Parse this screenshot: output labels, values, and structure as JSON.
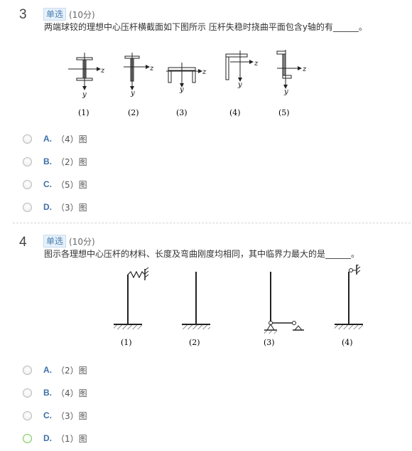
{
  "q3": {
    "number": "3",
    "type": "单选",
    "score": "(10分)",
    "text": "两端球铰的理想中心压杆横截面如下图所示 压杆失稳时挠曲平面包含y轴的有______。",
    "figure_labels": [
      "(1)",
      "(2)",
      "(3)",
      "(4)",
      "(5)"
    ],
    "axis_z": "z",
    "axis_y": "y",
    "options": [
      {
        "letter": "A.",
        "text": "（4）图"
      },
      {
        "letter": "B.",
        "text": "（2）图"
      },
      {
        "letter": "C.",
        "text": "（5）图"
      },
      {
        "letter": "D.",
        "text": "（3）图"
      }
    ]
  },
  "q4": {
    "number": "4",
    "type": "单选",
    "score": "(10分)",
    "text": "图示各理想中心压杆的材料、长度及弯曲刚度均相同，其中临界力最大的是______。",
    "figure_labels": [
      "(1)",
      "(2)",
      "(3)",
      "(4)"
    ],
    "options": [
      {
        "letter": "A.",
        "text": "（2）图"
      },
      {
        "letter": "B.",
        "text": "（4）图"
      },
      {
        "letter": "C.",
        "text": "（3）图"
      },
      {
        "letter": "D.",
        "text": "（1）图"
      }
    ],
    "selected": "D."
  }
}
